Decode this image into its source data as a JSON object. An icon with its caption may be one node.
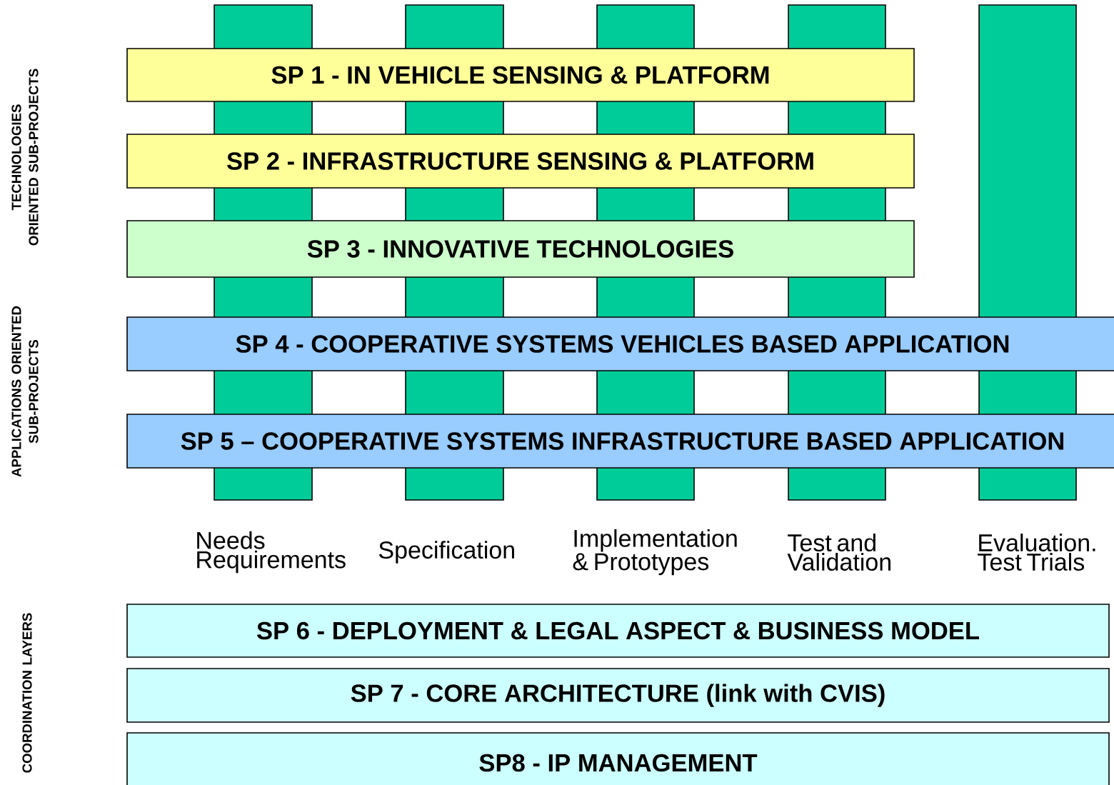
{
  "diagram": {
    "nodes": [
      {
        "text": [
          "SP 1 - IN VEHICLE SENSING & PLATFORM"
        ]
      },
      {
        "text": [
          "SP 2 - INFRASTRUCTURE SENSING & PLATFORM"
        ]
      },
      {
        "text": [
          "SP 3 - INNOVATIVE TECHNOLOGIES"
        ]
      },
      {
        "text": [
          "SP 4 - COOPERATIVE SYSTEMS VEHICLES BASED APPLICATION"
        ]
      },
      {
        "text": [
          "SP 5 – COOPERATIVE SYSTEMS INFRASTRUCTURE BASED APPLICATION"
        ]
      },
      {
        "text": [
          "SP 6 - DEPLOYMENT & LEGAL ASPECT & BUSINESS MODEL"
        ]
      },
      {
        "text": [
          "SP 7 - CORE ARCHITECTURE (link with CVIS)"
        ]
      },
      {
        "text": [
          "SP8 - IP MANAGEMENT"
        ]
      }
    ],
    "edges": [],
    "labels": [
      "TECHNOLOGIES ORIENTED SUB-PROJECTS",
      "APPLICATIONS ORIENTED SUB-PROJECTS",
      "Needs Requirements",
      "Specification",
      "Implementation & Prototypes",
      "Test and Validation",
      "Evaluation. Test Trials",
      "COORDINATION LAYERS"
    ]
  }
}
